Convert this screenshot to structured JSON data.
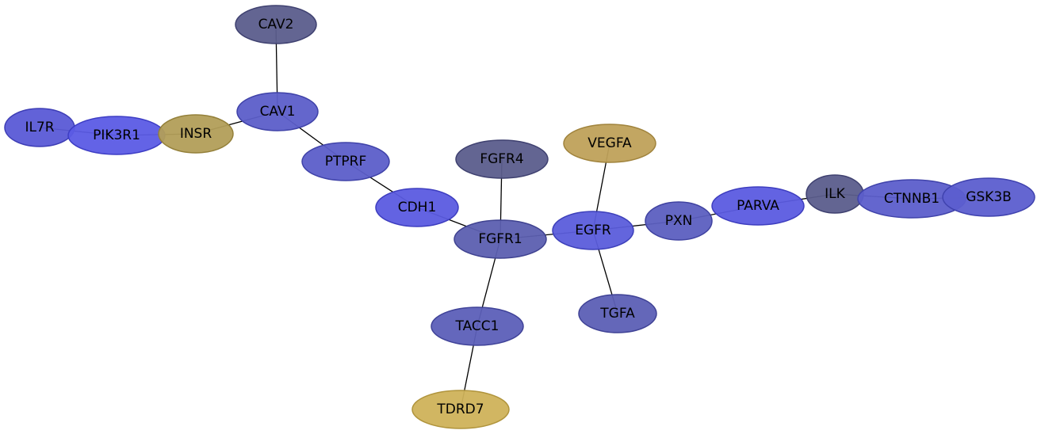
{
  "colors": {
    "slate": "#5b5d8c",
    "blue": "#5c5ccf",
    "bright_blue": "#5b5be5",
    "olive": "#b29e58",
    "gold": "#bfa15a",
    "yellow": "#cfb25a",
    "edge": "#000000"
  },
  "nodes": [
    {
      "id": "CAV2",
      "label": "CAV2",
      "color": "#5b5d8c",
      "stroke": "#3f4170"
    },
    {
      "id": "CAV1",
      "label": "CAV1",
      "color": "#5c5ec9",
      "stroke": "#3f42a8"
    },
    {
      "id": "IL7R",
      "label": "IL7R",
      "color": "#5a5ad6",
      "stroke": "#3d3db5"
    },
    {
      "id": "PIK3R1",
      "label": "PIK3R1",
      "color": "#5b5be5",
      "stroke": "#3d3dc4"
    },
    {
      "id": "INSR",
      "label": "INSR",
      "color": "#b29e58",
      "stroke": "#94803a"
    },
    {
      "id": "PTPRF",
      "label": "PTPRF",
      "color": "#5c5ec9",
      "stroke": "#3f42a8"
    },
    {
      "id": "CDH1",
      "label": "CDH1",
      "color": "#5b5be0",
      "stroke": "#3d3dbf"
    },
    {
      "id": "FGFR4",
      "label": "FGFR4",
      "color": "#5b5d8c",
      "stroke": "#3f4170"
    },
    {
      "id": "FGFR1",
      "label": "FGFR1",
      "color": "#5c5fb0",
      "stroke": "#3f4290"
    },
    {
      "id": "VEGFA",
      "label": "VEGFA",
      "color": "#bfa15a",
      "stroke": "#a0833c"
    },
    {
      "id": "EGFR",
      "label": "EGFR",
      "color": "#5b5ddb",
      "stroke": "#3d40ba"
    },
    {
      "id": "TGFA",
      "label": "TGFA",
      "color": "#5c5fb5",
      "stroke": "#3f4295"
    },
    {
      "id": "PXN",
      "label": "PXN",
      "color": "#5c5fc0",
      "stroke": "#3f42a0"
    },
    {
      "id": "PARVA",
      "label": "PARVA",
      "color": "#5b5be0",
      "stroke": "#3d3dbf"
    },
    {
      "id": "ILK",
      "label": "ILK",
      "color": "#5b5d8c",
      "stroke": "#3f4170"
    },
    {
      "id": "CTNNB1",
      "label": "CTNNB1",
      "color": "#5c5ecb",
      "stroke": "#3f42aa"
    },
    {
      "id": "GSK3B",
      "label": "GSK3B",
      "color": "#5c5ecf",
      "stroke": "#3f42ae"
    },
    {
      "id": "TACC1",
      "label": "TACC1",
      "color": "#5c5fb8",
      "stroke": "#3f4298"
    },
    {
      "id": "TDRD7",
      "label": "TDRD7",
      "color": "#cfb25a",
      "stroke": "#b0943c"
    }
  ],
  "edges": [
    [
      "CAV2",
      "CAV1"
    ],
    [
      "CAV1",
      "INSR"
    ],
    [
      "INSR",
      "PIK3R1"
    ],
    [
      "PIK3R1",
      "IL7R"
    ],
    [
      "CAV1",
      "PTPRF"
    ],
    [
      "PTPRF",
      "CDH1"
    ],
    [
      "CDH1",
      "FGFR1"
    ],
    [
      "FGFR4",
      "FGFR1"
    ],
    [
      "FGFR1",
      "EGFR"
    ],
    [
      "FGFR1",
      "TACC1"
    ],
    [
      "TACC1",
      "TDRD7"
    ],
    [
      "VEGFA",
      "EGFR"
    ],
    [
      "EGFR",
      "TGFA"
    ],
    [
      "EGFR",
      "PXN"
    ],
    [
      "PXN",
      "PARVA"
    ],
    [
      "PARVA",
      "ILK"
    ],
    [
      "ILK",
      "CTNNB1"
    ],
    [
      "CTNNB1",
      "GSK3B"
    ]
  ]
}
